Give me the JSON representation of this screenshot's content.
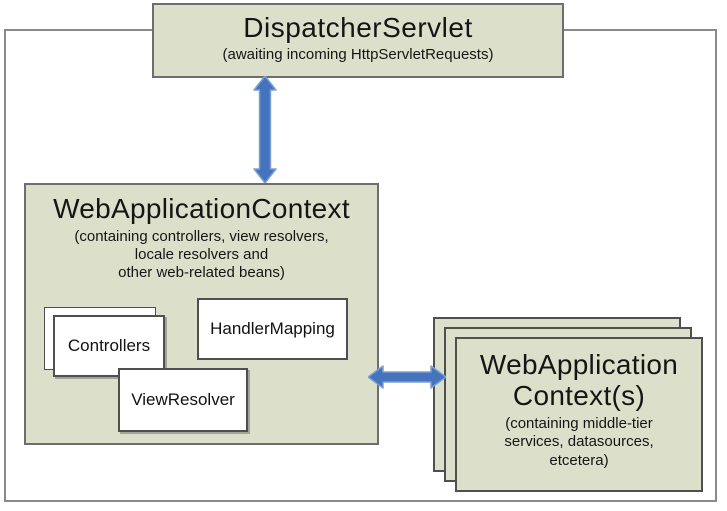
{
  "diagram": {
    "dispatcher_servlet": {
      "title": "DispatcherServlet",
      "subtitle": "(awaiting incoming HttpServletRequests)"
    },
    "web_application_context": {
      "title": "WebApplicationContext",
      "subtitle_lines": [
        "(containing controllers, view resolvers,",
        "locale resolvers and",
        "other web-related beans)"
      ],
      "controllers_label": "Controllers",
      "handler_mapping_label": "HandlerMapping",
      "view_resolver_label": "ViewResolver"
    },
    "middle_tier_contexts": {
      "title_line1": "WebApplication",
      "title_line2": "Context(s)",
      "subtitle_lines": [
        "(containing middle-tier",
        "services, datasources,",
        "etcetera)"
      ]
    },
    "colors": {
      "box_fill": "#dce0cb",
      "box_border": "#6e6e6e",
      "white_box_fill": "#ffffff",
      "white_box_border": "#4f4f4f",
      "outer_border": "#8a8a8a",
      "arrow_blue": "#4573bd",
      "arrow_blue_edge": "#7d9fd2"
    }
  }
}
